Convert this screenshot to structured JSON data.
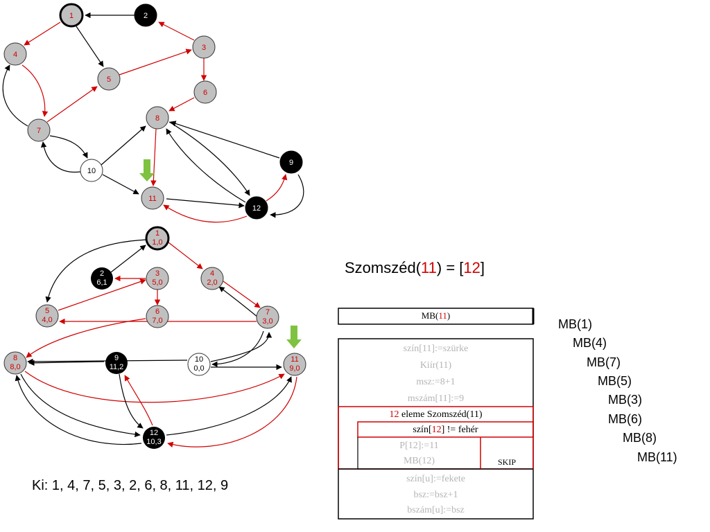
{
  "colors": {
    "red": "#d00000",
    "node_gray": "#c0c0c0",
    "node_black": "#000000",
    "node_white": "#ffffff",
    "green_arrow": "#7fc241",
    "faded_text": "#b5b5b5"
  },
  "top_graph": {
    "nodes": [
      {
        "id": "1",
        "label": "1",
        "color": "gray",
        "bold": true
      },
      {
        "id": "2",
        "label": "2",
        "color": "black"
      },
      {
        "id": "3",
        "label": "3",
        "color": "gray"
      },
      {
        "id": "4",
        "label": "4",
        "color": "gray"
      },
      {
        "id": "5",
        "label": "5",
        "color": "gray"
      },
      {
        "id": "6",
        "label": "6",
        "color": "gray"
      },
      {
        "id": "7",
        "label": "7",
        "color": "gray"
      },
      {
        "id": "8",
        "label": "8",
        "color": "gray"
      },
      {
        "id": "9",
        "label": "9",
        "color": "black"
      },
      {
        "id": "10",
        "label": "10",
        "color": "white"
      },
      {
        "id": "11",
        "label": "11",
        "color": "gray"
      },
      {
        "id": "12",
        "label": "12",
        "color": "black"
      }
    ]
  },
  "bottom_graph": {
    "nodes": [
      {
        "id": "1",
        "label": "1",
        "sub": "1,0",
        "color": "gray",
        "bold": true
      },
      {
        "id": "2",
        "label": "2",
        "sub": "6,1",
        "color": "black"
      },
      {
        "id": "3",
        "label": "3",
        "sub": "5,0",
        "color": "gray"
      },
      {
        "id": "4",
        "label": "4",
        "sub": "2,0",
        "color": "gray"
      },
      {
        "id": "5",
        "label": "5",
        "sub": "4,0",
        "color": "gray"
      },
      {
        "id": "6",
        "label": "6",
        "sub": "7,0",
        "color": "gray"
      },
      {
        "id": "7",
        "label": "7",
        "sub": "3,0",
        "color": "gray"
      },
      {
        "id": "8",
        "label": "8",
        "sub": "8,0",
        "color": "gray"
      },
      {
        "id": "9",
        "label": "9",
        "sub": "11,2",
        "color": "black"
      },
      {
        "id": "10",
        "label": "10",
        "sub": "0,0",
        "color": "white"
      },
      {
        "id": "11",
        "label": "11",
        "sub": "9,0",
        "color": "gray"
      },
      {
        "id": "12",
        "label": "12",
        "sub": "10,3",
        "color": "black"
      }
    ]
  },
  "szomszed": {
    "prefix": "Szomszéd(",
    "node": "11",
    "middle": ") = [",
    "list": "12",
    "suffix": "]"
  },
  "output": "Ki: 1, 4, 7, 5, 3, 2, 6, 8, 11, 12, 9",
  "procedure": {
    "header_prefix": "MB(",
    "header_node": "11",
    "header_suffix": ")",
    "line_color": "szín[11]:=szürke",
    "line_print": "Kiír(11)",
    "line_msz": "msz:=8+1",
    "line_mszam": "mszám[11]:=9",
    "loop_node": "12",
    "loop_text": " eleme Szomszéd(11)",
    "cond_prefix": "szín[",
    "cond_node": "12",
    "cond_suffix": "] != fehér",
    "line_parent": "P[12]:=11",
    "line_recurse": "MB(12)",
    "skip": "SKIP",
    "line_black": "szín[u]:=fekete",
    "line_bsz": "bsz:=bsz+1",
    "line_bszam": "bszám[u]:=bsz"
  },
  "call_stack": [
    "MB(1)",
    "MB(4)",
    "MB(7)",
    "MB(5)",
    "MB(3)",
    "MB(6)",
    "MB(8)",
    "MB(11)"
  ]
}
